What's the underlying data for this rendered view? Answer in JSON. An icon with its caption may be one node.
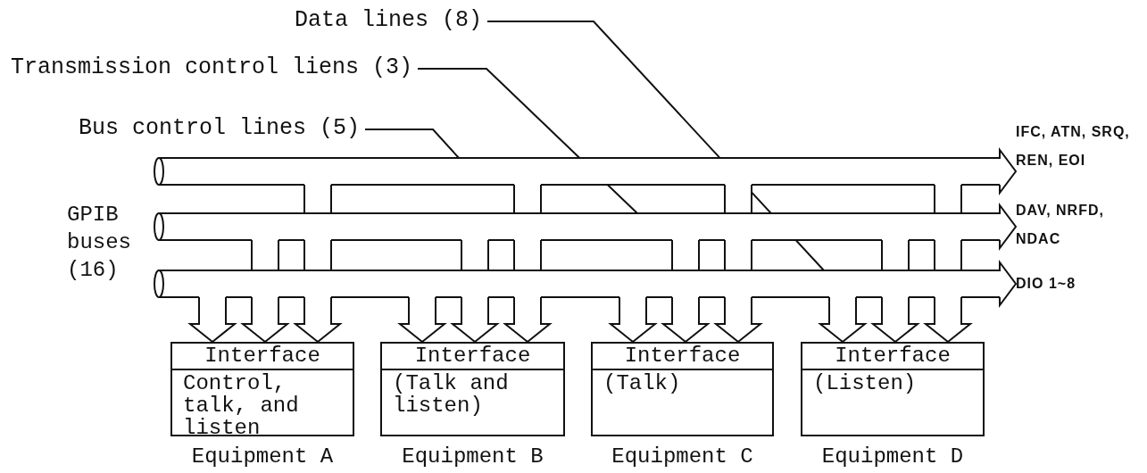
{
  "diagram": {
    "nodes": [
      {
        "text": [
          "Data lines (8)"
        ]
      },
      {
        "text": [
          "Transmission control liens (3)"
        ]
      },
      {
        "text": [
          "Bus control lines (5)"
        ]
      },
      {
        "text": [],
        "shape": "bar",
        "beside": [
          "IFC, ATN, SRQ, REN, EOI"
        ]
      },
      {
        "text": [],
        "shape": "bar",
        "beside": [
          "DAV, NRFD, NDAC"
        ]
      },
      {
        "text": [],
        "shape": "bar",
        "beside": [
          "DIO 1~8"
        ]
      },
      {
        "text": [
          "Interface",
          "Control, talk, and listen"
        ],
        "beside": [
          "Equipment A"
        ]
      },
      {
        "text": [
          "Interface",
          "(Talk and listen)"
        ],
        "beside": [
          "Equipment B"
        ]
      },
      {
        "text": [
          "Interface",
          "(Talk)"
        ],
        "beside": [
          "Equipment C"
        ]
      },
      {
        "text": [
          "Interface",
          "(Listen)"
        ],
        "beside": [
          "Equipment D"
        ]
      }
    ],
    "edges": [
      {
        "from": 2,
        "to": 3,
        "arrow": "none"
      },
      {
        "from": 1,
        "to": 4,
        "arrow": "none"
      },
      {
        "from": 0,
        "to": 5,
        "arrow": "none"
      },
      {
        "from": 5,
        "to": 6,
        "arrow": "to"
      },
      {
        "from": 4,
        "to": 6,
        "arrow": "to"
      },
      {
        "from": 3,
        "to": 6,
        "arrow": "to"
      },
      {
        "from": 5,
        "to": 7,
        "arrow": "to"
      },
      {
        "from": 4,
        "to": 7,
        "arrow": "to"
      },
      {
        "from": 3,
        "to": 7,
        "arrow": "to"
      },
      {
        "from": 5,
        "to": 8,
        "arrow": "to"
      },
      {
        "from": 4,
        "to": 8,
        "arrow": "to"
      },
      {
        "from": 3,
        "to": 8,
        "arrow": "to"
      },
      {
        "from": 5,
        "to": 9,
        "arrow": "to"
      },
      {
        "from": 4,
        "to": 9,
        "arrow": "to"
      },
      {
        "from": 3,
        "to": 9,
        "arrow": "to"
      }
    ],
    "labels": [
      "GPIB buses (16)"
    ]
  }
}
